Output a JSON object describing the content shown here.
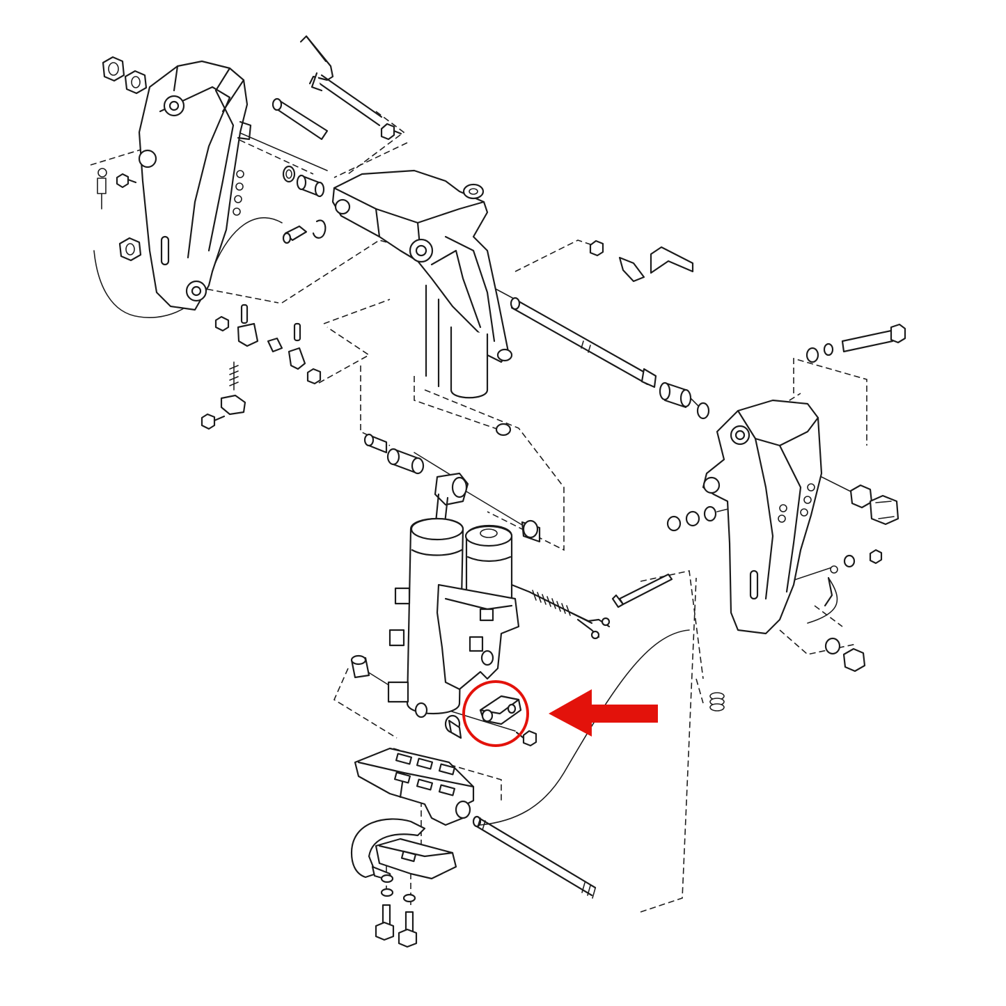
{
  "diagram": {
    "kind": "exploded-parts-diagram",
    "background": "#ffffff",
    "line_color": "#1a1a1a",
    "highlight": {
      "color": "#e3120b",
      "target": "anode-plate",
      "marker": "circle",
      "pointer": "arrow-left"
    },
    "parts": [
      "port-clamp-bracket",
      "starboard-clamp-bracket",
      "swivel-bracket",
      "tilt-lock-lever",
      "tilt-handle",
      "thru-tube",
      "steering-pin",
      "power-trim-tilt-unit",
      "trim-motor",
      "trim-cylinder",
      "bottom-bracket",
      "tilt-pin",
      "anode-plate",
      "anode-bolt",
      "hose-clamp",
      "ground-lead",
      "spring",
      "bushing",
      "washer",
      "nut",
      "bolt"
    ]
  }
}
